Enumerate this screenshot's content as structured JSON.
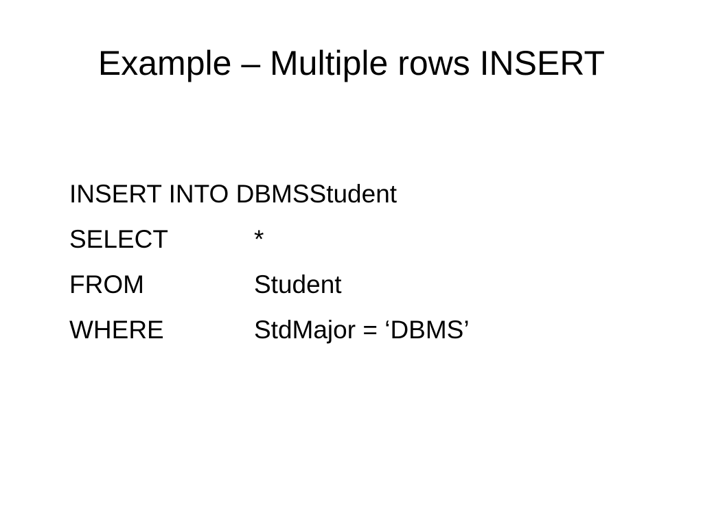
{
  "slide": {
    "title": "Example – Multiple rows INSERT",
    "sql": {
      "insert_line": "INSERT INTO DBMSStudent",
      "lines": [
        {
          "keyword": "SELECT",
          "clause": "*"
        },
        {
          "keyword": "FROM",
          "clause": "Student"
        },
        {
          "keyword": "WHERE",
          "clause": "StdMajor = ‘DBMS’"
        }
      ]
    }
  }
}
